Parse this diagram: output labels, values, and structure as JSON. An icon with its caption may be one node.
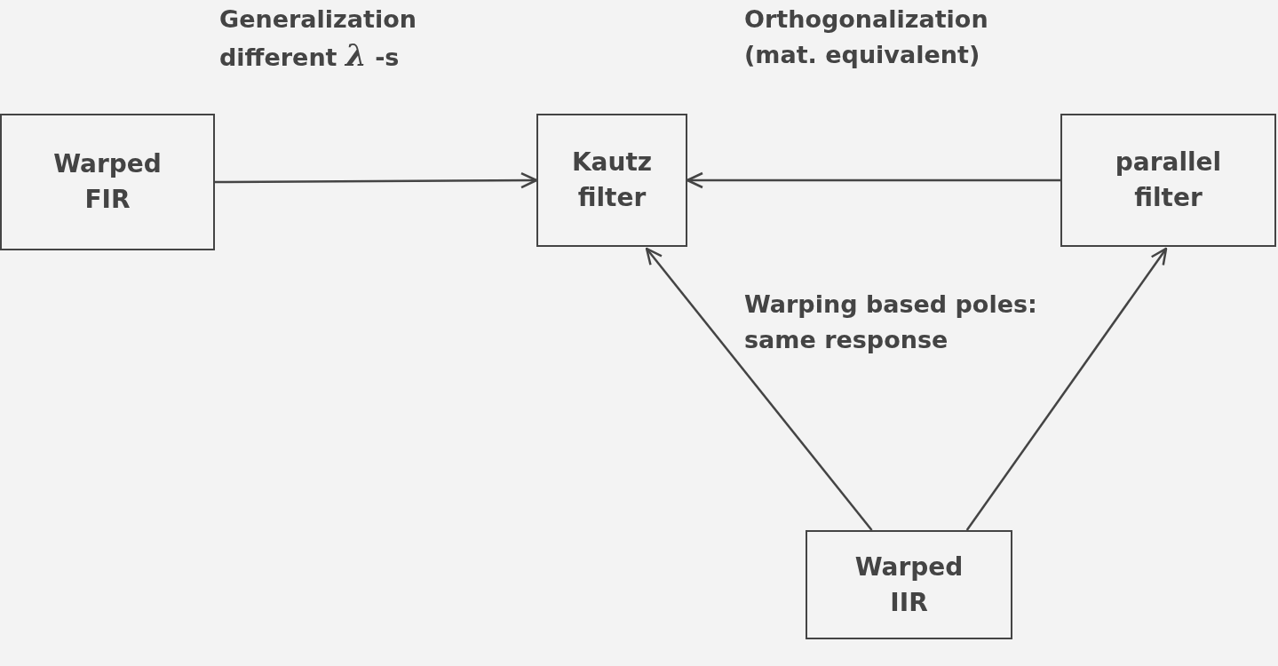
{
  "diagram": {
    "nodes": [
      {
        "text": [
          "Warped FIR"
        ]
      },
      {
        "text": [
          "Kautz filter"
        ]
      },
      {
        "text": [
          "parallel filter"
        ]
      },
      {
        "text": [
          "Warped IIR"
        ]
      }
    ],
    "edges": [
      {
        "from": 0,
        "to": 1,
        "arrow": "to",
        "label": "Generalization different *λ* -s"
      },
      {
        "from": 2,
        "to": 1,
        "arrow": "to",
        "label": "Orthogonalization (mat. equivalent)"
      },
      {
        "from": 3,
        "to": 1,
        "arrow": "to"
      },
      {
        "from": 3,
        "to": 2,
        "arrow": "to"
      }
    ],
    "labels": [
      "Warping based poles: same response"
    ]
  }
}
